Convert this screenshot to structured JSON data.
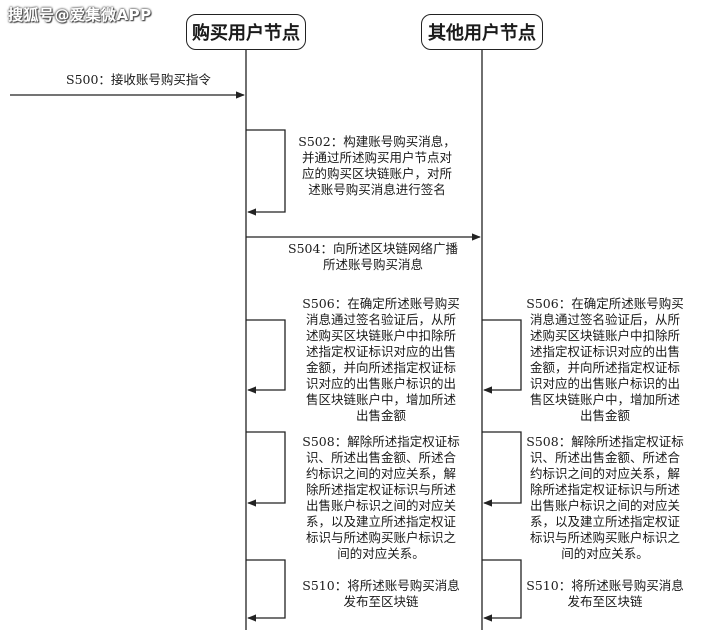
{
  "watermark": "搜狐号@爱集微APP",
  "nodes": {
    "buyer": "购买用户节点",
    "other": "其他用户节点"
  },
  "steps": {
    "s500": "S500：接收账号购买指令",
    "s502": [
      "S502：构建账号购买消息，",
      "并通过所述购买用户节点对",
      "应的购买区块链账户，对所",
      "述账号购买消息进行签名"
    ],
    "s504": [
      "S504：向所述区块链网络广播",
      "所述账号购买消息"
    ],
    "s506_left": [
      "S506：在确定所述账号购买",
      "消息通过签名验证后，从所",
      "述购买区块链账户中扣除所",
      "述指定权证标识对应的出售",
      "金额，并向所述指定权证标",
      "识对应的出售账户标识的出",
      "售区块链账户中，增加所述",
      "出售金额"
    ],
    "s506_right": [
      "S506：在确定所述账号购买",
      "消息通过签名验证后，从所",
      "述购买区块链账户中扣除所",
      "述指定权证标识对应的出售",
      "金额，并向所述指定权证标",
      "识对应的出售账户标识的出",
      "售区块链账户中，增加所述",
      "出售金额"
    ],
    "s508_left": [
      "S508：解除所述指定权证标",
      "识、所述出售金额、所述合",
      "约标识之间的对应关系，解",
      "除所述指定权证标识与所述",
      "出售账户标识之间的对应关",
      "系，以及建立所述指定权证",
      "标识与所述购买账户标识之",
      "间的对应关系。"
    ],
    "s508_right": [
      "S508：解除所述指定权证标",
      "识、所述出售金额、所述合",
      "约标识之间的对应关系，解",
      "除所述指定权证标识与所述",
      "出售账户标识之间的对应关",
      "系，以及建立所述指定权证",
      "标识与所述购买账户标识之",
      "间的对应关系。"
    ],
    "s510_left": [
      "S510：将所述账号购买消息",
      "发布至区块链"
    ],
    "s510_right": [
      "S510：将所述账号购买消息",
      "发布至区块链"
    ]
  }
}
